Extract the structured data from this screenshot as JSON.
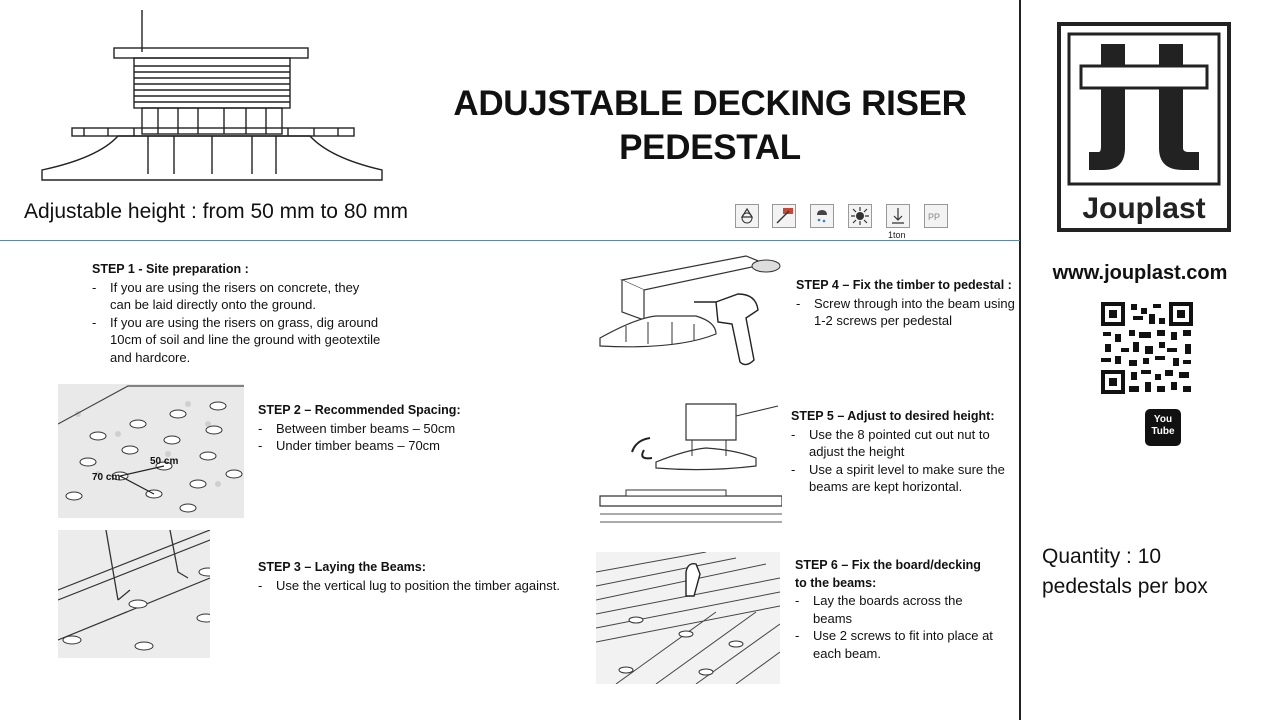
{
  "title": {
    "line1": "ADUJSTABLE DECKING RISER",
    "line2": "PEDESTAL"
  },
  "subtitle": "Adjustable height : from 50 mm to 80 mm",
  "symbols": {
    "icons": [
      "recycle-icon",
      "uv-resistant-icon",
      "frost-resistant-icon",
      "heat-resistant-icon",
      "load-arrow-icon",
      "pp-material-icon"
    ],
    "load_caption": "1ton"
  },
  "steps": [
    {
      "heading": "STEP 1 - Site preparation :",
      "bullets": [
        "If you are using the risers on concrete, they can be laid directly onto the ground.",
        "If you are using the risers on grass, dig around 10cm of soil and line the ground with geotextile and hardcore."
      ]
    },
    {
      "heading": "STEP 2 – Recommended Spacing:",
      "bullets": [
        "Between timber beams – 50cm",
        "Under timber beams – 70cm"
      ]
    },
    {
      "heading": "STEP 3 – Laying the Beams:",
      "bullets": [
        "Use the vertical lug to position the timber against."
      ]
    },
    {
      "heading": "STEP 4 – Fix the timber to pedestal :",
      "bullets": [
        "Screw through into the beam using 1-2 screws per pedestal"
      ]
    },
    {
      "heading": "STEP 5 – Adjust to desired height:",
      "bullets": [
        "Use the 8 pointed cut out nut to adjust the height",
        "Use a spirit level to make sure the beams are kept horizontal."
      ]
    },
    {
      "heading": "STEP 6 – Fix the board/decking to the beams:",
      "bullets": [
        "Lay the boards across the beams",
        "Use 2 screws to fit into place at each beam."
      ]
    }
  ],
  "step2_labels": {
    "a": "50 cm",
    "b": "70 cm"
  },
  "brand": {
    "name": "Jouplast",
    "website": "www.jouplast.com",
    "youtube_top": "You",
    "youtube_bottom": "Tube"
  },
  "quantity": {
    "line1": "Quantity : 10",
    "line2": "pedestals per box"
  },
  "colors": {
    "divider": "#222222",
    "rule": "#5a87b8",
    "text": "#111111"
  }
}
